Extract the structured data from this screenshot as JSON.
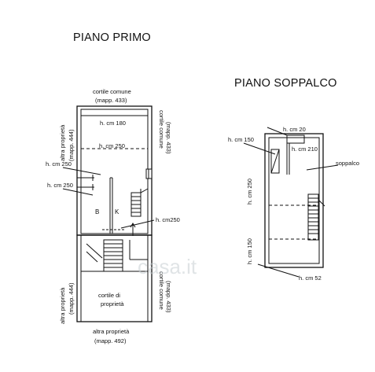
{
  "titles": {
    "first_floor": "PIANO PRIMO",
    "mezzanine": "PIANO SOPPALCO"
  },
  "first_floor": {
    "top_label_1": "cortile comune",
    "top_label_2": "(mapp. 433)",
    "left_top_1": "altra proprietà",
    "left_top_2": "(mapp. 444)",
    "right_top_1": "cortile comune",
    "right_top_2": "(mapp. 433)",
    "h_cm_180": "h. cm 180",
    "h_cm_250_mid": "h. cm 250",
    "h_cm_250_left": "h. cm 250",
    "h_cm_250_left2": "h. cm 250",
    "h_cm250_right": "h. cm250",
    "room_b": "B",
    "room_k": "K",
    "left_bottom_1": "altra proprietà",
    "left_bottom_2": "(mapp. 444)",
    "right_bottom_1": "cortile comune",
    "right_bottom_2": "(mapp. 433)",
    "courtyard_1": "cortile di",
    "courtyard_2": "proprietà",
    "bottom_label_1": "altra proprietà",
    "bottom_label_2": "(mapp. 492)"
  },
  "mezzanine_floor": {
    "h_cm_20": "h. cm 20",
    "h_cm_150_top": "h. cm 150",
    "h_cm_210": "h. cm 210",
    "soppalco": "soppalco",
    "h_cm_250_side": "h. cm 250",
    "h_cm_150_side": "h. cm 150",
    "h_cm_52": "h. cm 52"
  },
  "watermark": "casa.it"
}
